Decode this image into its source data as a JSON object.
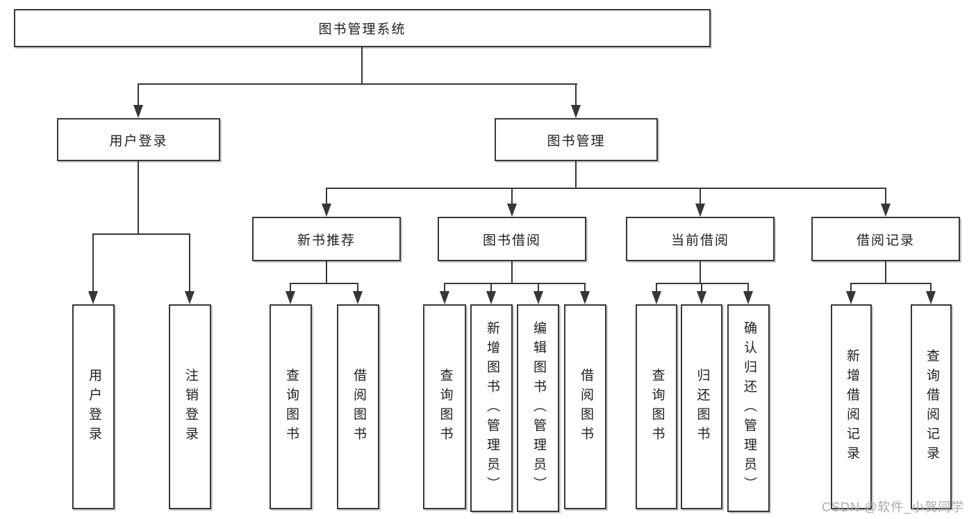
{
  "tree": {
    "root": {
      "label": "图书管理系统"
    },
    "branches": [
      {
        "label": "用户登录",
        "children": [
          {
            "label": "用户登录"
          },
          {
            "label": "注销登录"
          }
        ]
      },
      {
        "label": "图书管理",
        "groups": [
          {
            "label": "新书推荐",
            "children": [
              {
                "label": "查询图书"
              },
              {
                "label": "借阅图书"
              }
            ]
          },
          {
            "label": "图书借阅",
            "children": [
              {
                "label": "查询图书"
              },
              {
                "label": "新增图书（管理员）"
              },
              {
                "label": "编辑图书（管理员）"
              },
              {
                "label": "借阅图书"
              }
            ]
          },
          {
            "label": "当前借阅",
            "children": [
              {
                "label": "查询图书"
              },
              {
                "label": "归还图书"
              },
              {
                "label": "确认归还（管理员）"
              }
            ]
          },
          {
            "label": "借阅记录",
            "children": [
              {
                "label": "新增借阅记录"
              },
              {
                "label": "查询借阅记录"
              }
            ]
          }
        ]
      }
    ]
  },
  "watermark": "CSDN @软件_小贺同学",
  "colors": {
    "line": "#373737",
    "text": "#1e1e1e",
    "watermark": "#ababab",
    "background": "#ffffff"
  }
}
